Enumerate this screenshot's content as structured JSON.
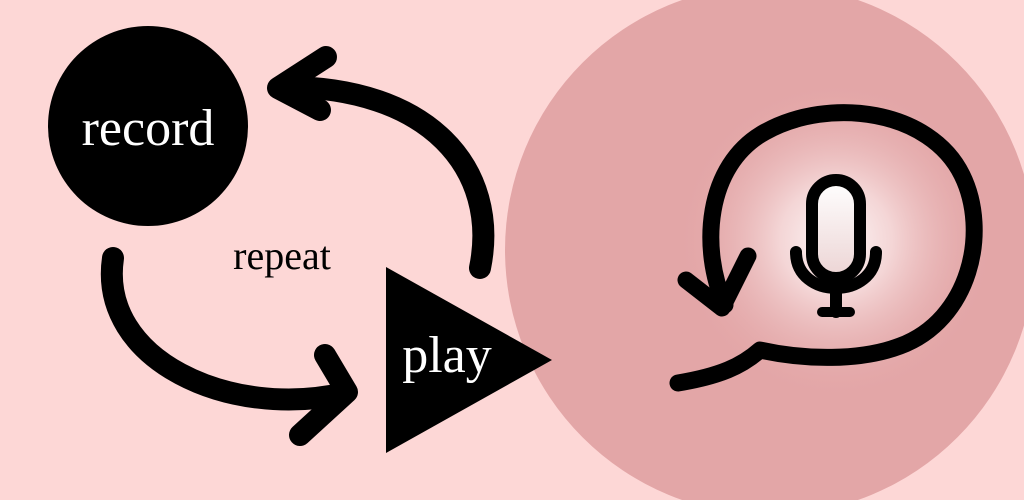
{
  "labels": {
    "record": "record",
    "repeat": "repeat",
    "play": "play"
  },
  "colors": {
    "background": "#fdd7d6",
    "panel": "#e3a6a7",
    "ink": "#000000",
    "record_text": "#ffffff",
    "play_text": "#ffffff",
    "repeat_text": "#000000"
  },
  "icons": {
    "record": "record-circle-icon",
    "play": "play-triangle-icon",
    "cycle_top": "curved-arrow-top-icon",
    "cycle_bottom": "curved-arrow-bottom-icon",
    "loop": "loop-speech-bubble-icon",
    "mic": "microphone-icon"
  }
}
